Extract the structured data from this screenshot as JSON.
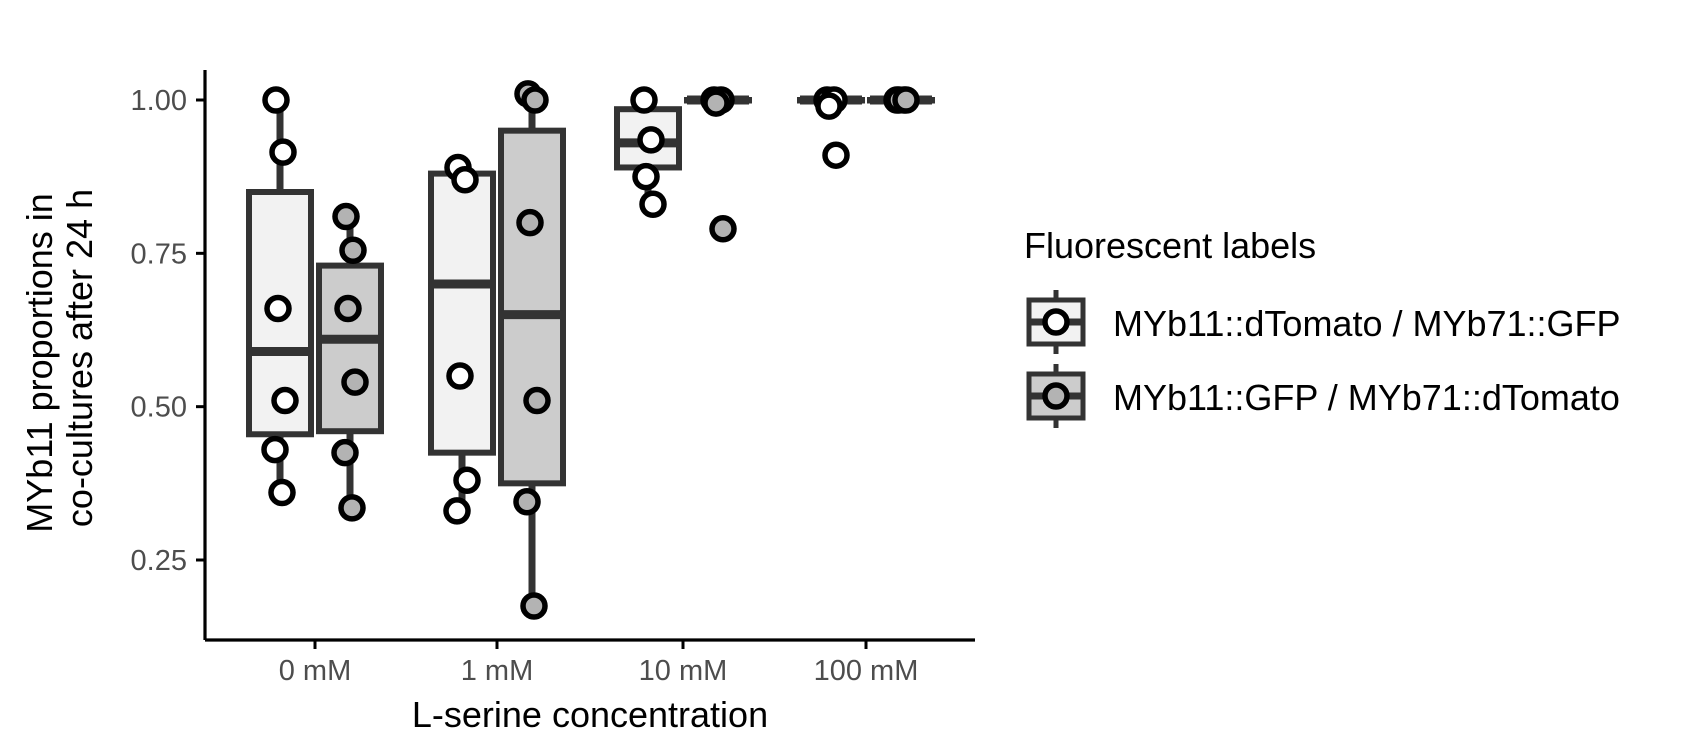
{
  "chart_data": {
    "type": "box",
    "xlabel": "L-serine concentration",
    "ylabel_lines": [
      "MYb11 proportions in",
      "co-cultures after 24 h"
    ],
    "categories": [
      "0 mM",
      "1 mM",
      "10 mM",
      "100 mM"
    ],
    "yticks": [
      "0.25",
      "0.50",
      "0.75",
      "1.00"
    ],
    "ylim": [
      0.13,
      1.05
    ],
    "grid": false,
    "legend": {
      "title": "Fluorescent labels",
      "position": "right",
      "entries": [
        "MYb11::dTomato / MYb71::GFP",
        "MYb11::GFP / MYb71::dTomato"
      ]
    },
    "series": [
      {
        "name": "MYb11::dTomato / MYb71::GFP",
        "fill": "#f2f2f2",
        "point_fill": "#ffffff",
        "boxes": [
          {
            "category": "0 mM",
            "lower": 0.36,
            "q1": 0.455,
            "median": 0.59,
            "q3": 0.85,
            "upper": 1.0,
            "points": [
              1.0,
              0.915,
              0.66,
              0.51,
              0.43,
              0.36
            ]
          },
          {
            "category": "1 mM",
            "lower": 0.33,
            "q1": 0.425,
            "median": 0.7,
            "q3": 0.88,
            "upper": 0.89,
            "points": [
              0.89,
              0.87,
              0.55,
              0.38,
              0.33
            ]
          },
          {
            "category": "10 mM",
            "lower": 0.83,
            "q1": 0.89,
            "median": 0.93,
            "q3": 0.985,
            "upper": 1.0,
            "points": [
              1.0,
              0.935,
              0.875,
              0.83
            ]
          },
          {
            "category": "100 mM",
            "lower": 1.0,
            "q1": 1.0,
            "median": 1.0,
            "q3": 1.0,
            "upper": 1.0,
            "points": [
              1.0,
              1.0,
              0.99,
              0.91
            ]
          }
        ]
      },
      {
        "name": "MYb11::GFP / MYb71::dTomato",
        "fill": "#cccccc",
        "point_fill": "#b3b3b3",
        "boxes": [
          {
            "category": "0 mM",
            "lower": 0.33,
            "q1": 0.46,
            "median": 0.61,
            "q3": 0.73,
            "upper": 0.81,
            "points": [
              0.81,
              0.755,
              0.66,
              0.54,
              0.425,
              0.335
            ]
          },
          {
            "category": "1 mM",
            "lower": 0.17,
            "q1": 0.375,
            "median": 0.65,
            "q3": 0.95,
            "upper": 1.0,
            "points": [
              1.01,
              1.0,
              0.8,
              0.51,
              0.345,
              0.175
            ]
          },
          {
            "category": "10 mM",
            "lower": 1.0,
            "q1": 1.0,
            "median": 1.0,
            "q3": 1.0,
            "upper": 1.0,
            "points": [
              1.0,
              1.0,
              0.995,
              0.79
            ]
          },
          {
            "category": "100 mM",
            "lower": 1.0,
            "q1": 1.0,
            "median": 1.0,
            "q3": 1.0,
            "upper": 1.0,
            "points": [
              1.0,
              1.0,
              1.0,
              1.0
            ]
          }
        ]
      }
    ]
  }
}
